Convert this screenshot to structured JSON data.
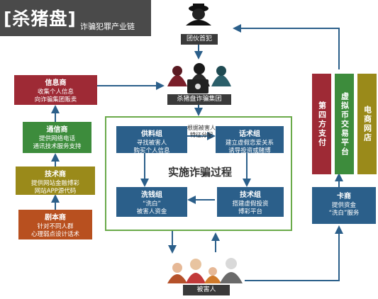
{
  "title": {
    "main": "[杀猪盘]",
    "sub": "诈骗犯罪产业链"
  },
  "leader": {
    "label": "团伙首犯"
  },
  "gang": {
    "label": "杀猪盘诈骗集团"
  },
  "victim": {
    "label": "被害人"
  },
  "left_chain": [
    {
      "header": "信息商",
      "lines": [
        "收集个人信息",
        "向诈骗集团贩卖"
      ]
    },
    {
      "header": "通信商",
      "lines": [
        "提供网络电话",
        "通讯技术服务支持"
      ]
    },
    {
      "header": "技术商",
      "lines": [
        "提供网站金融博彩",
        "网站APP源代码"
      ]
    },
    {
      "header": "剧本商",
      "lines": [
        "针对不同人群",
        "心理弱点设计话术"
      ]
    }
  ],
  "center": {
    "title": "实施诈骗过程",
    "note": [
      "根据被害人",
      "特征分配"
    ],
    "groups": [
      {
        "header": "供料组",
        "lines": [
          "寻找被害人",
          "购买个人信息"
        ]
      },
      {
        "header": "话术组",
        "lines": [
          "建立虚假恋爱关系",
          "诱导投资或赌博"
        ]
      },
      {
        "header": "洗钱组",
        "lines": [
          "“洗白”",
          "被害人资金"
        ]
      },
      {
        "header": "技术组",
        "lines": [
          "搭建虚假投资",
          "博彩平台"
        ]
      }
    ]
  },
  "right": {
    "platforms": [
      "第四方支付",
      "虚拟币交易平台",
      "电商网店"
    ],
    "card": {
      "header": "卡商",
      "lines": [
        "提供资金",
        "“洗白”服务"
      ]
    }
  },
  "colors": {
    "red": "#9e2a35",
    "green": "#3d8c3c",
    "olive": "#9a8a1a",
    "brown": "#b8501f",
    "blue": "#2b5f8a",
    "dark": "#3a3a3a",
    "frame": "#6aaa4a"
  }
}
